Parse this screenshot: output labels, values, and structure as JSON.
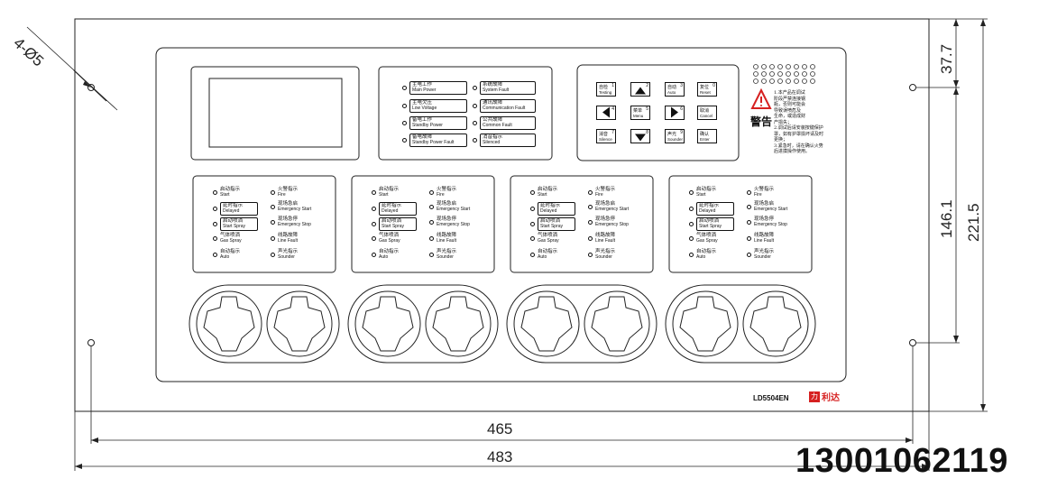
{
  "dimensions": {
    "hole_note": "4-Ø5",
    "height_top": "37.7",
    "height_inner": "146.1",
    "height_total": "221.5",
    "width_inner": "465",
    "width_total": "483"
  },
  "status_indicators": [
    {
      "cn": "主电工作",
      "en": "Main Power"
    },
    {
      "cn": "主电欠压",
      "en": "Low Voltage"
    },
    {
      "cn": "备电工作",
      "en": "Standby Power"
    },
    {
      "cn": "备电故障",
      "en": "Standby Power Fault"
    },
    {
      "cn": "系统故障",
      "en": "System Fault"
    },
    {
      "cn": "通讯故障",
      "en": "Communication Fault"
    },
    {
      "cn": "公共故障",
      "en": "Common Fault"
    },
    {
      "cn": "消音指示",
      "en": "Silenced"
    }
  ],
  "keypad": [
    {
      "cn": "自检",
      "en": "Testing",
      "num": "1",
      "arrow": ""
    },
    {
      "cn": "",
      "en": "",
      "num": "2",
      "arrow": "up"
    },
    {
      "cn": "自动",
      "en": "Auto",
      "num": "3",
      "arrow": ""
    },
    {
      "cn": "复位",
      "en": "Reset",
      "num": "0",
      "arrow": ""
    },
    {
      "cn": "",
      "en": "",
      "num": "4",
      "arrow": "left"
    },
    {
      "cn": "菜单",
      "en": "Menu",
      "num": "5",
      "arrow": ""
    },
    {
      "cn": "",
      "en": "",
      "num": "6",
      "arrow": "right"
    },
    {
      "cn": "取消",
      "en": "Cancel",
      "num": "",
      "arrow": ""
    },
    {
      "cn": "消音",
      "en": "Silence",
      "num": "7",
      "arrow": ""
    },
    {
      "cn": "",
      "en": "",
      "num": "8",
      "arrow": "down"
    },
    {
      "cn": "声光",
      "en": "Sounder",
      "num": "9",
      "arrow": ""
    },
    {
      "cn": "确认",
      "en": "Enter",
      "num": "",
      "arrow": ""
    }
  ],
  "warning": {
    "title": "警告",
    "text": "1.本产品在调试\n阶段严禁连接钢\n瓶，否则可能会\n导致误喷危及\n生命，或造成财\n产损失；\n2.调试后请安装按键保护\n罩，如有护罩损坏请及时\n更换；\n3.紧急时，请在确认火势\n后进摸操作使用。"
  },
  "zone": {
    "left": [
      {
        "cn": "启动指示",
        "en": "Start",
        "boxed": false
      },
      {
        "cn": "延时指示",
        "en": "Delayed",
        "boxed": true
      },
      {
        "cn": "启动喷洒",
        "en": "Start Spray",
        "boxed": true
      },
      {
        "cn": "气体喷洒",
        "en": "Gas Spray",
        "boxed": false
      },
      {
        "cn": "自动指示",
        "en": "Auto",
        "boxed": false
      }
    ],
    "right": [
      {
        "cn": "火警指示",
        "en": "Fire"
      },
      {
        "cn": "现场急启",
        "en": "Emergency Start"
      },
      {
        "cn": "现场急停",
        "en": "Emergency Stop"
      },
      {
        "cn": "线路故障",
        "en": "Line Fault"
      },
      {
        "cn": "声光指示",
        "en": "Sounder"
      }
    ]
  },
  "model": "LD5504EN",
  "brand": {
    "mark": "力",
    "name": "利达"
  },
  "phone": "13001062119"
}
